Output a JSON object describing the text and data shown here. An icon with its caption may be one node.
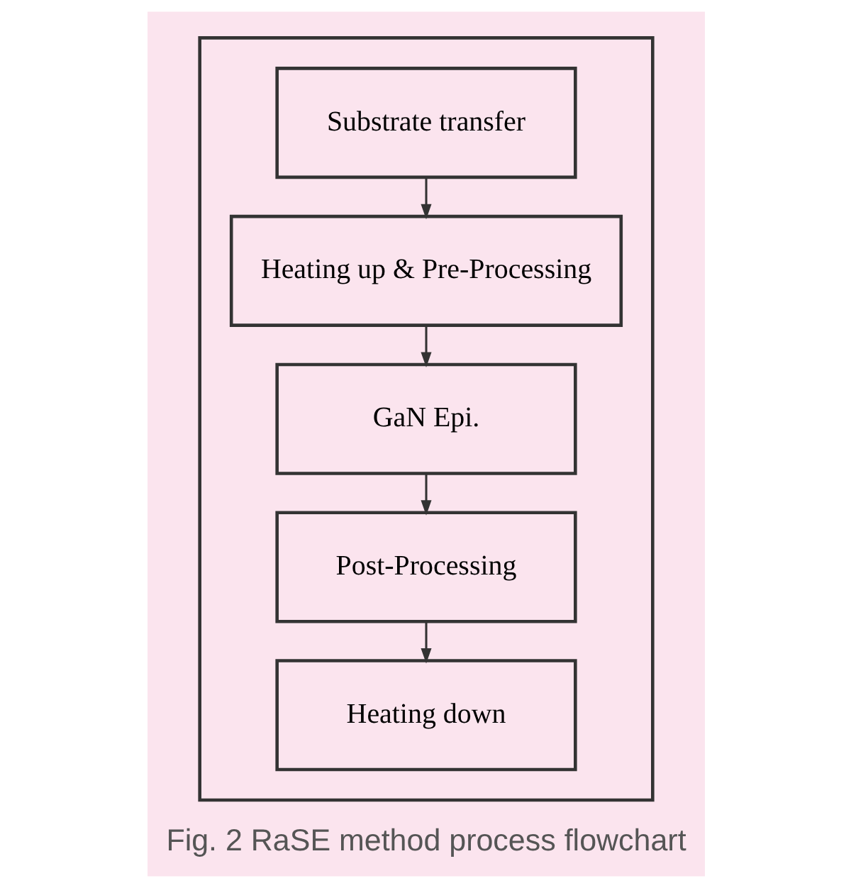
{
  "diagram": {
    "caption": "Fig. 2 RaSE method process flowchart",
    "nodes": [
      {
        "text": [],
        "shape": "box"
      },
      {
        "text": [
          "Substrate transfer"
        ],
        "in": 0
      },
      {
        "text": [
          "Heating up & Pre-Processing"
        ],
        "in": 0
      },
      {
        "text": [
          "GaN Epi."
        ],
        "in": 0
      },
      {
        "text": [
          "Post-Processing"
        ],
        "in": 0
      },
      {
        "text": [
          "Heating down"
        ],
        "in": 0
      }
    ],
    "edges": [
      {
        "from": 1,
        "to": 2,
        "arrow": "to"
      },
      {
        "from": 2,
        "to": 3,
        "arrow": "to"
      },
      {
        "from": 3,
        "to": 4,
        "arrow": "to"
      },
      {
        "from": 4,
        "to": 5,
        "arrow": "to"
      }
    ]
  }
}
